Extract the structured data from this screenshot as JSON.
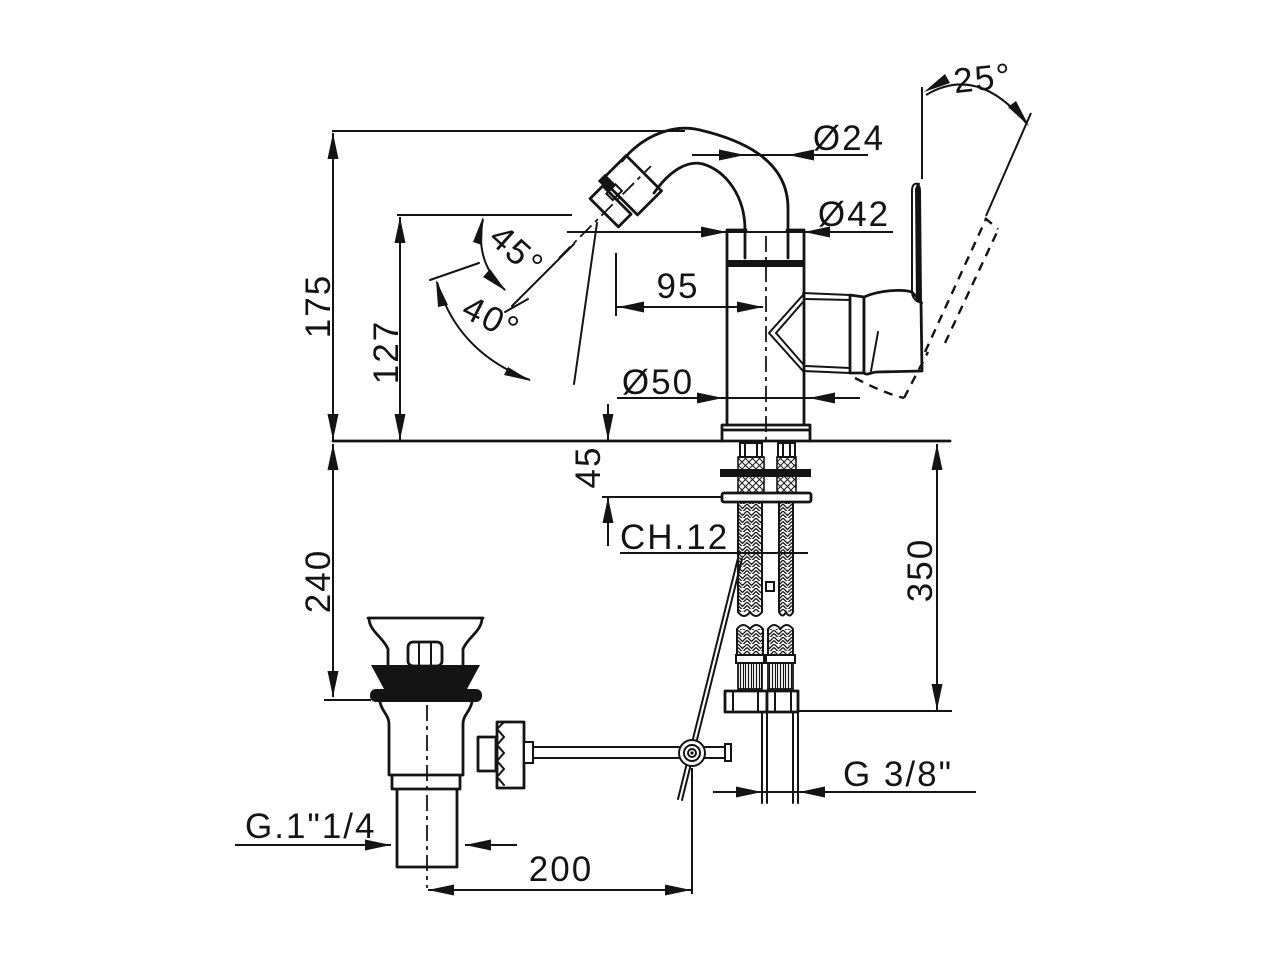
{
  "drawing": {
    "subject": "single-lever bidet mixer with pop-up waste - dimensional drawing",
    "line_color": "#141414",
    "background": "#ffffff",
    "dimensions": {
      "overall_height": "175",
      "outlet_height": "127",
      "below_deck_depth": "240",
      "spout_reach": "95",
      "deck_clamp_thickness": "45",
      "hose_length": "350",
      "rod_reach": "200",
      "spout_tube_diameter": "Ø24",
      "body_diameter": "Ø42",
      "base_diameter": "Ø50",
      "rod_hex": "CH.12",
      "supply_thread": "G 3/8\"",
      "waste_thread": "G.1\"1/4",
      "handle_angle": "25°",
      "spray_upper_angle": "45°",
      "spray_cone_angle": "40°"
    }
  }
}
